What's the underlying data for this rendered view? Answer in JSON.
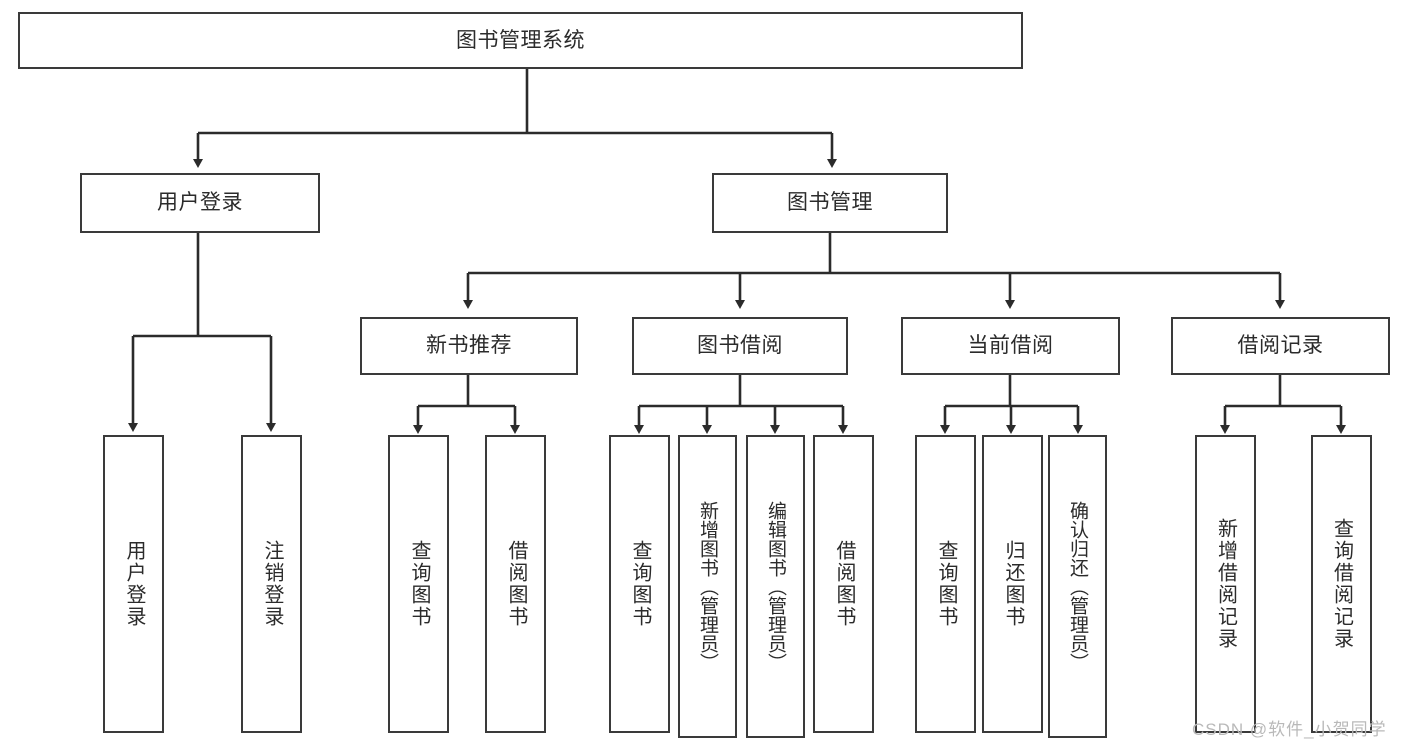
{
  "diagram": {
    "title_node": {
      "label": "图书管理系统"
    },
    "level2": [
      {
        "id": "user-login",
        "label": "用户登录"
      },
      {
        "id": "book-management",
        "label": "图书管理"
      }
    ],
    "level3": [
      {
        "id": "new-book-recommend",
        "label": "新书推荐"
      },
      {
        "id": "book-borrow",
        "label": "图书借阅"
      },
      {
        "id": "current-borrow",
        "label": "当前借阅"
      },
      {
        "id": "borrow-record",
        "label": "借阅记录"
      }
    ],
    "leaves": [
      {
        "id": "leaf-user-login",
        "label": "用户登录",
        "parent": "user-login"
      },
      {
        "id": "leaf-logout-login",
        "label": "注销登录",
        "parent": "user-login"
      },
      {
        "id": "leaf-query-book-1",
        "label": "查询图书",
        "parent": "new-book-recommend"
      },
      {
        "id": "leaf-borrow-book-1",
        "label": "借阅图书",
        "parent": "new-book-recommend"
      },
      {
        "id": "leaf-query-book-2",
        "label": "查询图书",
        "parent": "book-borrow"
      },
      {
        "id": "leaf-add-book",
        "label": "新增图书（管理员）",
        "parent": "book-borrow"
      },
      {
        "id": "leaf-edit-book",
        "label": "编辑图书（管理员）",
        "parent": "book-borrow"
      },
      {
        "id": "leaf-borrow-book-2",
        "label": "借阅图书",
        "parent": "book-borrow"
      },
      {
        "id": "leaf-query-book-3",
        "label": "查询图书",
        "parent": "current-borrow"
      },
      {
        "id": "leaf-return-book",
        "label": "归还图书",
        "parent": "current-borrow"
      },
      {
        "id": "leaf-confirm-return",
        "label": "确认归还（管理员）",
        "parent": "current-borrow"
      },
      {
        "id": "leaf-add-record",
        "label": "新增借阅记录",
        "parent": "borrow-record"
      },
      {
        "id": "leaf-query-record",
        "label": "查询借阅记录",
        "parent": "borrow-record"
      }
    ]
  },
  "watermark": {
    "text": "CSDN @软件_小贺同学"
  },
  "colors": {
    "stroke": "#3a3a3a",
    "text": "#2b2b2b",
    "background": "#ffffff",
    "watermark": "#b9b9b9"
  }
}
